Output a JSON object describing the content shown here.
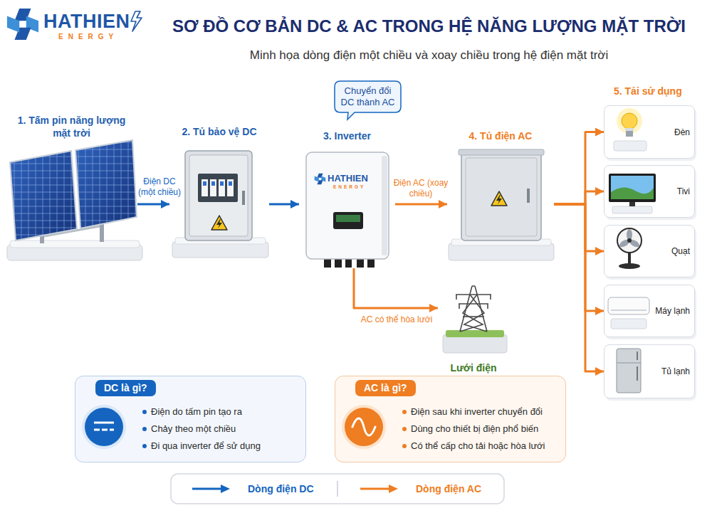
{
  "diagram": {
    "title": "SƠ ĐỒ CƠ BẢN DC & AC TRONG HỆ NĂNG LƯỢNG MẶT TRỜI",
    "caption": "Minh họa dòng điện một chiều và xoay chiều trong hệ điện mặt trời",
    "nodes": [
      {
        "text": [
          "1. Tấm pin năng lượng mặt trời"
        ]
      },
      {
        "text": [
          "2. Tủ bảo vệ DC"
        ]
      },
      {
        "text": [
          "Chuyển đổi DC thành AC"
        ]
      },
      {
        "text": [
          "3. Inverter"
        ]
      },
      {
        "text": [
          "4. Tủ điện AC"
        ]
      },
      {
        "text": [
          "Đèn"
        ]
      },
      {
        "text": [
          "Tivi"
        ]
      },
      {
        "text": [
          "Quạt"
        ]
      },
      {
        "text": [
          "Máy lạnh"
        ]
      },
      {
        "text": [
          "Tủ lạnh"
        ]
      },
      {
        "text": [
          "Lưới điện"
        ]
      },
      {
        "text": [
          "DC là gì?",
          "Điện do tấm pin tạo ra",
          "Chảy theo một chiều",
          "Đi qua inverter để sử dụng"
        ]
      },
      {
        "text": [
          "AC là gì?",
          "Điện sau khi inverter chuyển đổi",
          "Dùng cho thiết bị điện phổ biến",
          "Có thể cấp cho tải hoặc hòa lưới"
        ]
      }
    ],
    "edges": [
      {
        "from": 0,
        "to": 1,
        "label": "Điện DC (một chiều)",
        "arrow": "to"
      },
      {
        "from": 1,
        "to": 3,
        "arrow": "to"
      },
      {
        "from": 3,
        "to": 4,
        "label": "Điện AC (xoay chiều)",
        "arrow": "to"
      },
      {
        "from": 3,
        "to": 10,
        "label": "AC có thể hòa lưới",
        "arrow": "to"
      },
      {
        "from": 4,
        "to": 5,
        "arrow": "to"
      },
      {
        "from": 4,
        "to": 6,
        "arrow": "to"
      },
      {
        "from": 4,
        "to": 7,
        "arrow": "to"
      },
      {
        "from": 4,
        "to": 8,
        "arrow": "to"
      },
      {
        "from": 4,
        "to": 9,
        "arrow": "to"
      }
    ],
    "labels": [
      "HATHIEN",
      "ENERGY",
      "HATHIEN",
      "ENERGY",
      "5. Tải sử dụng"
    ],
    "legend": [
      {
        "text": "Dòng điện DC"
      },
      {
        "text": "Dòng điện AC"
      }
    ]
  }
}
